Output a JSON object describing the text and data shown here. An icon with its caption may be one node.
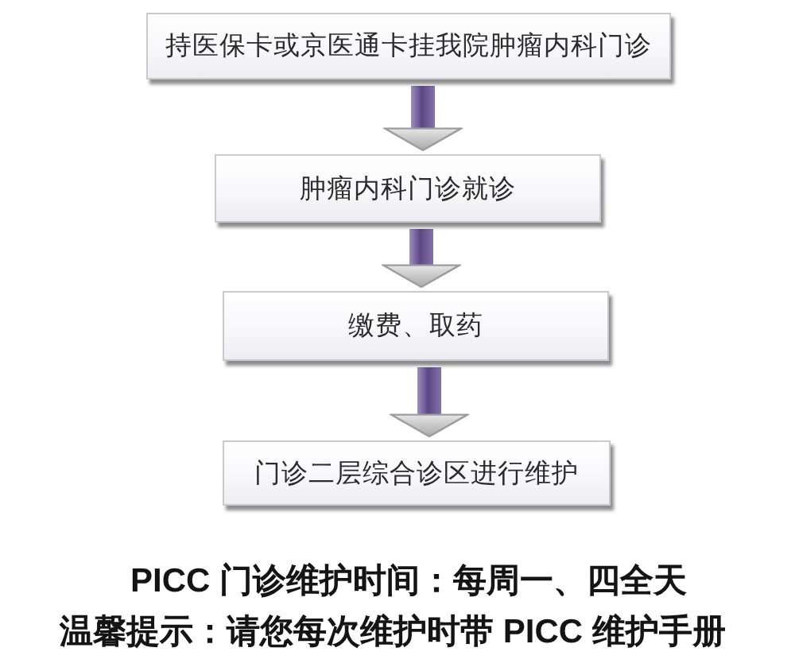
{
  "diagram": {
    "nodes": [
      {
        "text": [
          "持医保卡或京医通卡挂我院肿瘤内科门诊"
        ]
      },
      {
        "text": [
          "肿瘤内科门诊就诊"
        ]
      },
      {
        "text": [
          "缴费、取药"
        ]
      },
      {
        "text": [
          "门诊二层综合诊区进行维护"
        ]
      }
    ],
    "edges": [
      {
        "from": 0,
        "to": 1,
        "arrow": "to"
      },
      {
        "from": 1,
        "to": 2,
        "arrow": "to"
      },
      {
        "from": 2,
        "to": 3,
        "arrow": "to"
      }
    ],
    "labels": [
      "PICC 门诊维护时间：每周一、四全天",
      "温馨提示：请您每次维护时带 PICC 维护手册"
    ]
  }
}
